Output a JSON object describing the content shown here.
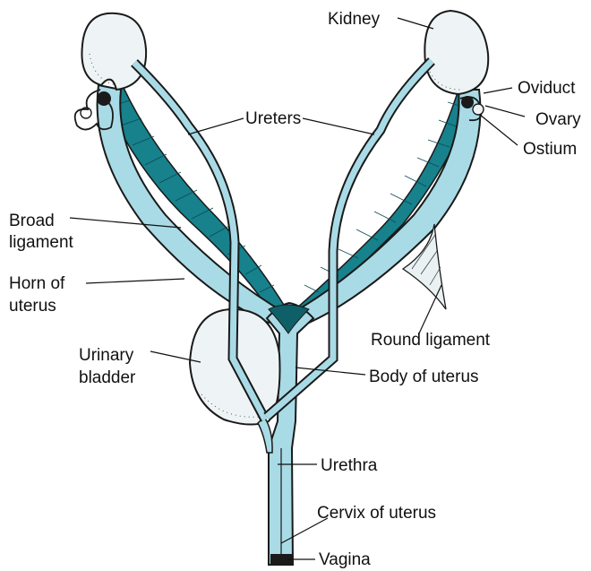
{
  "colors": {
    "ligament_teal": "#17818c",
    "tube_light": "#a9dbe6",
    "organ_fill": "#eef4f6",
    "outline": "#1a1a1a"
  },
  "labels": {
    "kidney": "Kidney",
    "oviduct": "Oviduct",
    "ovary": "Ovary",
    "ostium": "Ostium",
    "ureters": "Ureters",
    "broad_ligament_line1": "Broad",
    "broad_ligament_line2": "ligament",
    "horn_line1": "Horn of",
    "horn_line2": "uterus",
    "round_ligament": "Round ligament",
    "bladder_line1": "Urinary",
    "bladder_line2": "bladder",
    "body_of_uterus": "Body of uterus",
    "urethra": "Urethra",
    "cervix": "Cervix of uterus",
    "vagina": "Vagina"
  }
}
